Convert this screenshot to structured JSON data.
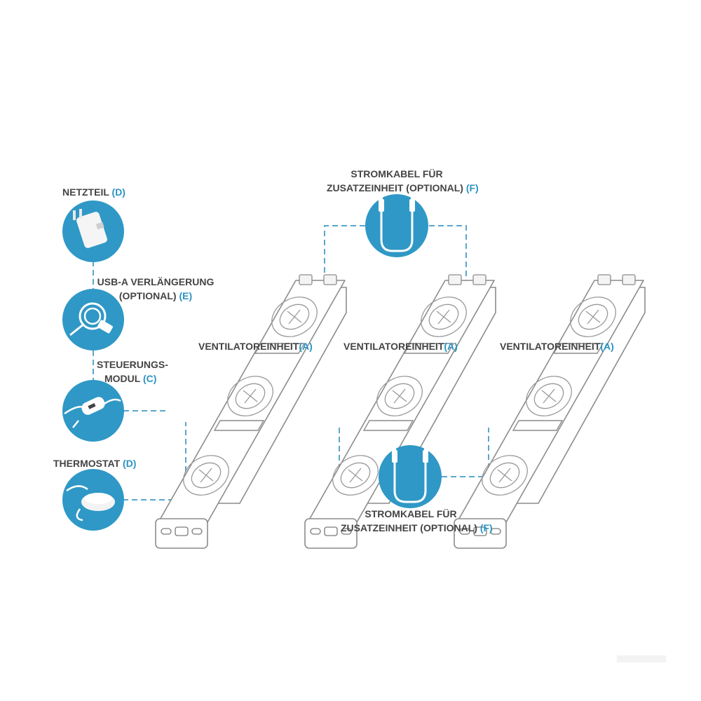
{
  "colors": {
    "accent": "#2a93c2",
    "circle": "#2f98c6",
    "text": "#444444",
    "line": "#5aa6cf",
    "device_outline": "#8c8c8c"
  },
  "components": {
    "power_supply": {
      "name": "NETZTEIL",
      "code": "(D)",
      "icon": "usb-power-adapter-icon"
    },
    "usb_extension": {
      "name_line1": "USB-A VERLÄNGERUNG",
      "name_line2": "(OPTIONAL)",
      "code": "(E)",
      "icon": "usb-extension-cable-icon"
    },
    "control_module": {
      "name_line1": "STEUERUNGS-",
      "name_line2": "MODUL",
      "code": "(C)",
      "icon": "control-module-icon"
    },
    "thermostat": {
      "name": "THERMOSTAT",
      "code": "(D)",
      "icon": "thermostat-icon"
    },
    "power_cable_top": {
      "name_line1": "STROMKABEL FÜR",
      "name_line2": "ZUSATZEINHEIT (OPTIONAL)",
      "code": "(F)",
      "icon": "usb-c-cable-icon"
    },
    "power_cable_bottom": {
      "name_line1": "STROMKABEL FÜR",
      "name_line2": "ZUSATZEINHEIT (OPTIONAL)",
      "code": "(F)",
      "icon": "usb-c-cable-icon"
    }
  },
  "fan_units": [
    {
      "name": "VENTILATOREINHEIT",
      "code": "(A)"
    },
    {
      "name": "VENTILATOREINHEIT",
      "code": "(A)"
    },
    {
      "name": "VENTILATOREINHEIT",
      "code": "(A)"
    }
  ]
}
